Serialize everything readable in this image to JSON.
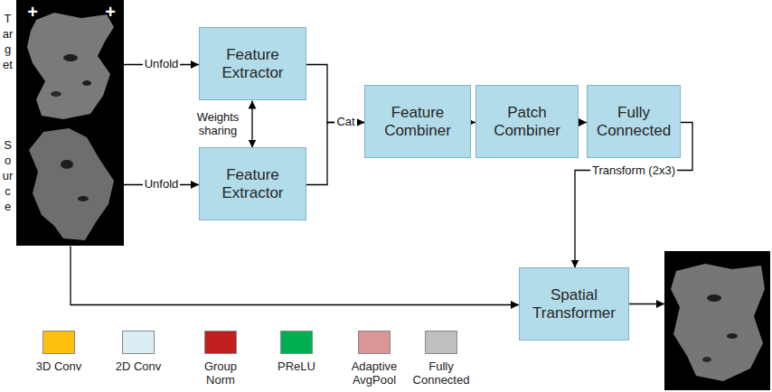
{
  "diagram": {
    "nodes": [
      {
        "text": [
          "Target",
          "Source"
        ]
      },
      {
        "text": [
          "Feature Extractor"
        ]
      },
      {
        "text": [
          "Feature Extractor"
        ]
      },
      {
        "text": [
          "Feature Combiner"
        ]
      },
      {
        "text": [
          "Patch Combiner"
        ]
      },
      {
        "text": [
          "Fully Connected"
        ]
      },
      {
        "text": [
          "Spatial Transformer"
        ]
      }
    ],
    "edges": [
      {
        "from": 0,
        "to": 1,
        "label": "Unfold",
        "arrow": "to"
      },
      {
        "from": 0,
        "to": 2,
        "label": "Unfold",
        "arrow": "to"
      },
      {
        "from": 1,
        "to": 3,
        "label": "Cat",
        "arrow": "to"
      },
      {
        "from": 2,
        "to": 3,
        "arrow": "to"
      },
      {
        "from": 3,
        "to": 4,
        "arrow": "to"
      },
      {
        "from": 4,
        "to": 5,
        "arrow": "to"
      },
      {
        "from": 5,
        "to": 6,
        "label": "Transform (2x3)",
        "arrow": "to"
      },
      {
        "from": 0,
        "to": 6,
        "arrow": "to"
      },
      {
        "from": 1,
        "to": 2,
        "label": "Weights sharing",
        "arrow": "both"
      }
    ],
    "labels": [
      "+",
      "+"
    ],
    "legend": [
      {
        "text": "3D Conv",
        "color": "#fdc010"
      },
      {
        "text": "2D Conv",
        "color": "#dbeef3"
      },
      {
        "text": "Group Norm",
        "color": "#c0201d"
      },
      {
        "text": "PReLU",
        "color": "#00b050"
      },
      {
        "text": "Adaptive AvgPool",
        "color": "#d99694"
      },
      {
        "text": "Fully Connected",
        "color": "#bfbfbf"
      }
    ]
  }
}
